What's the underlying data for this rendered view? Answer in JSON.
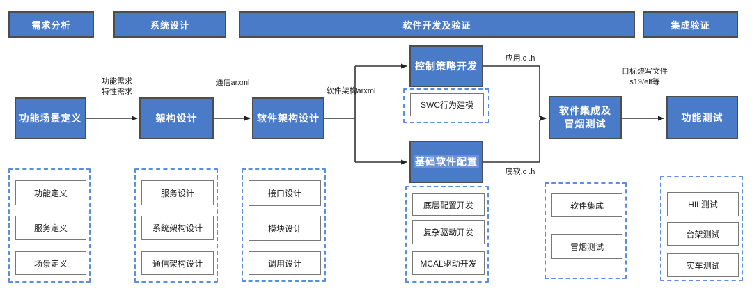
{
  "colors": {
    "node_fill": "#4a7bc8",
    "node_border": "#4d4d4d",
    "dashed_border": "#5b8de0",
    "connector": "#333333"
  },
  "phases": [
    {
      "label": "需求分析"
    },
    {
      "label": "系统设计"
    },
    {
      "label": "软件开发及验证"
    },
    {
      "label": "集成验证"
    }
  ],
  "flow": {
    "scene_definition": "功能场景定义",
    "architecture_design": "架构设计",
    "software_architecture_design": "软件架构设计",
    "control_strategy_dev": "控制策略开发",
    "swc_behavior_modeling": "SWC行为建模",
    "basic_software_config": "基础软件配置",
    "software_integration_line1": "软件集成及",
    "software_integration_line2": "冒烟测试",
    "function_test": "功能测试"
  },
  "edge_labels": {
    "requirements_line1": "功能需求",
    "requirements_line2": "特性需求",
    "comm_arxml": "通信arxml",
    "sw_arch_arxml": "软件架构arxml",
    "app_files": "应用.c .h",
    "bsw_files": "底软.c .h",
    "target_file_line1": "目标烧写文件",
    "target_file_line2": "s19/elf等"
  },
  "detail_groups": [
    {
      "id": "scene-definition",
      "items": [
        "功能定义",
        "服务定义",
        "场景定义"
      ]
    },
    {
      "id": "architecture",
      "items": [
        "服务设计",
        "系统架构设计",
        "通信架构设计"
      ]
    },
    {
      "id": "software-arch",
      "items": [
        "接口设计",
        "模块设计",
        "调用设计"
      ]
    },
    {
      "id": "basic-software",
      "items": [
        "底层配置开发",
        "复杂驱动开发",
        "MCAL驱动开发"
      ]
    },
    {
      "id": "integration",
      "items": [
        "软件集成",
        "冒烟测试"
      ]
    },
    {
      "id": "function-test",
      "items": [
        "HIL测试",
        "台架测试",
        "实车测试"
      ]
    }
  ]
}
